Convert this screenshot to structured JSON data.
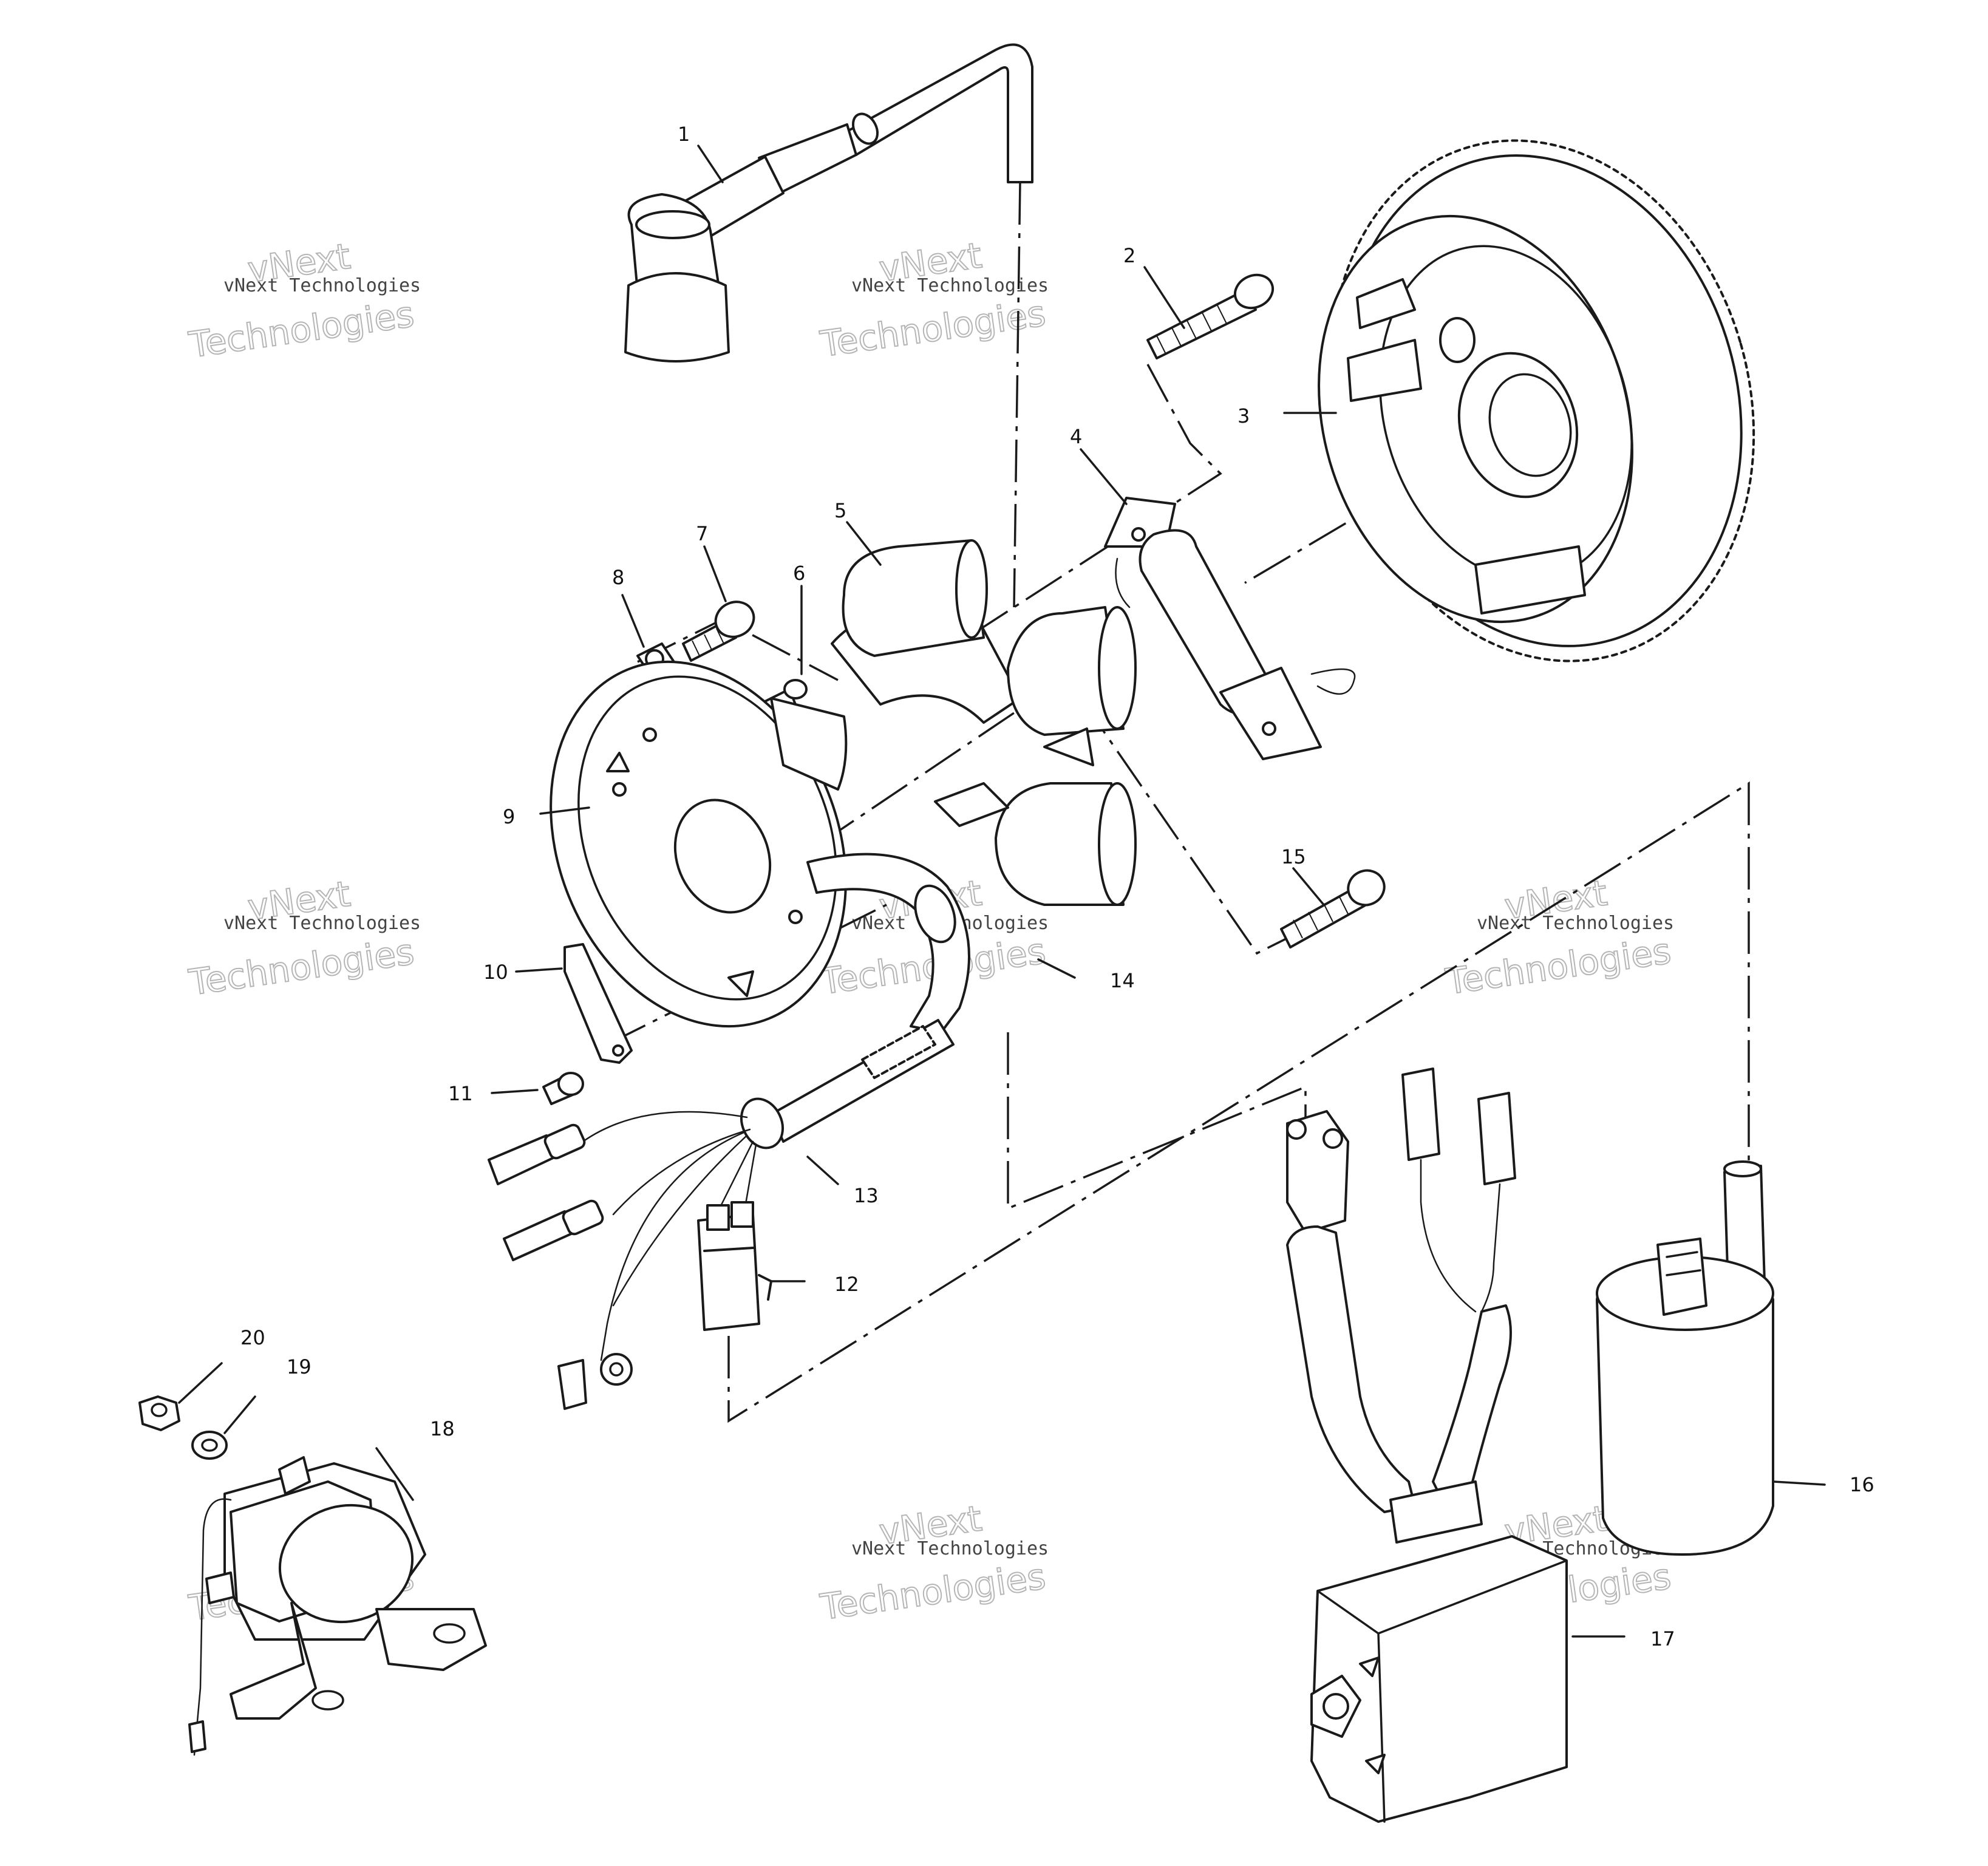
{
  "callouts": [
    "1",
    "2",
    "3",
    "4",
    "5",
    "6",
    "7",
    "8",
    "9",
    "10",
    "11",
    "12",
    "13",
    "14",
    "15",
    "16",
    "17",
    "18",
    "19",
    "20"
  ],
  "watermark": {
    "line1": "vNext Technologies",
    "line2_top": "vNext",
    "line2_bottom": "Technologies"
  }
}
